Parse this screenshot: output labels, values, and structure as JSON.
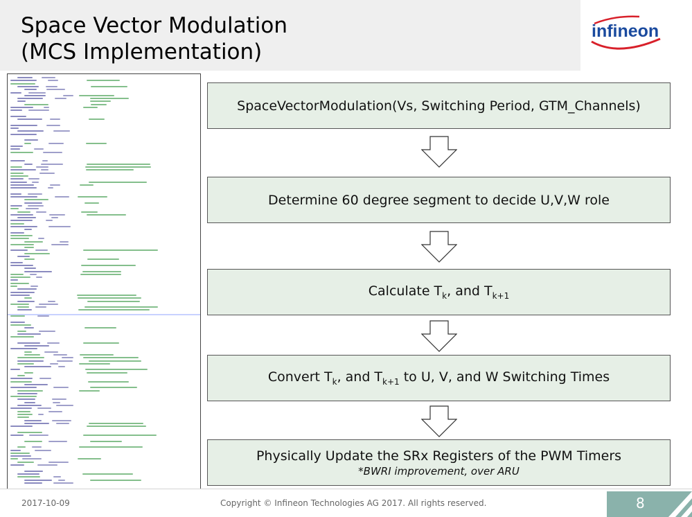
{
  "slide": {
    "title_line1": "Space Vector Modulation",
    "title_line2": "(MCS Implementation)",
    "logo_text": "infineon"
  },
  "flow": {
    "step1": "SpaceVectorModulation(Vs, Switching Period, GTM_Channels)",
    "step2": "Determine 60 degree segment to decide U,V,W role",
    "step3": {
      "a": "Calculate T",
      "b": "k",
      "c": ", and T",
      "d": "k+1"
    },
    "step4": {
      "a": "Convert T",
      "b": "k",
      "c": ", and T",
      "d": "k+1",
      "e": " to U, V, and W Switching Times"
    },
    "step5": {
      "main": "Physically Update the SRx Registers of the PWM Timers",
      "note": "*BWRI improvement, over ARU"
    }
  },
  "footer": {
    "date": "2017-10-09",
    "copyright": "Copyright © Infineon Technologies AG 2017. All rights reserved.",
    "page": "8"
  },
  "colors": {
    "step_fill": "#e6efe6",
    "brand_blue": "#1a4a9e",
    "brand_red": "#d8202a",
    "code_green": "#1f8a2e",
    "code_dark": "#2a2a8a",
    "page_box": "#8ab2ab"
  }
}
